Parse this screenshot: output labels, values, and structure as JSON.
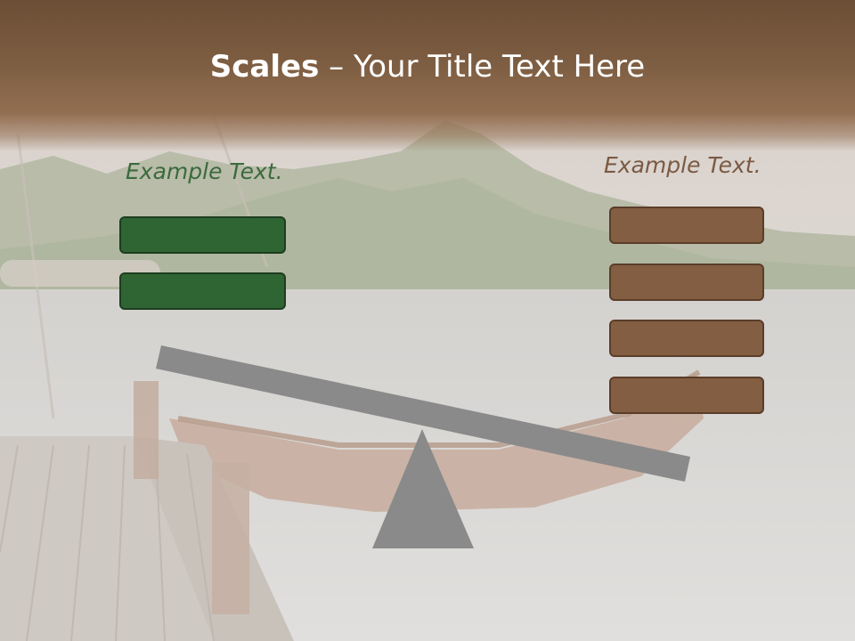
{
  "title": {
    "bold": "Scales",
    "rest": " – Your Title Text Here"
  },
  "left": {
    "label": "Example Text.",
    "color": "#2f6532",
    "box_count": 2
  },
  "right": {
    "label": "Example Text.",
    "color": "#845e42",
    "box_count": 4
  },
  "balance": {
    "state": "tilted toward right",
    "beam_color": "#8a8a8a"
  },
  "colors": {
    "title_band": "#7a5a40",
    "title_text": "#ffffff"
  }
}
